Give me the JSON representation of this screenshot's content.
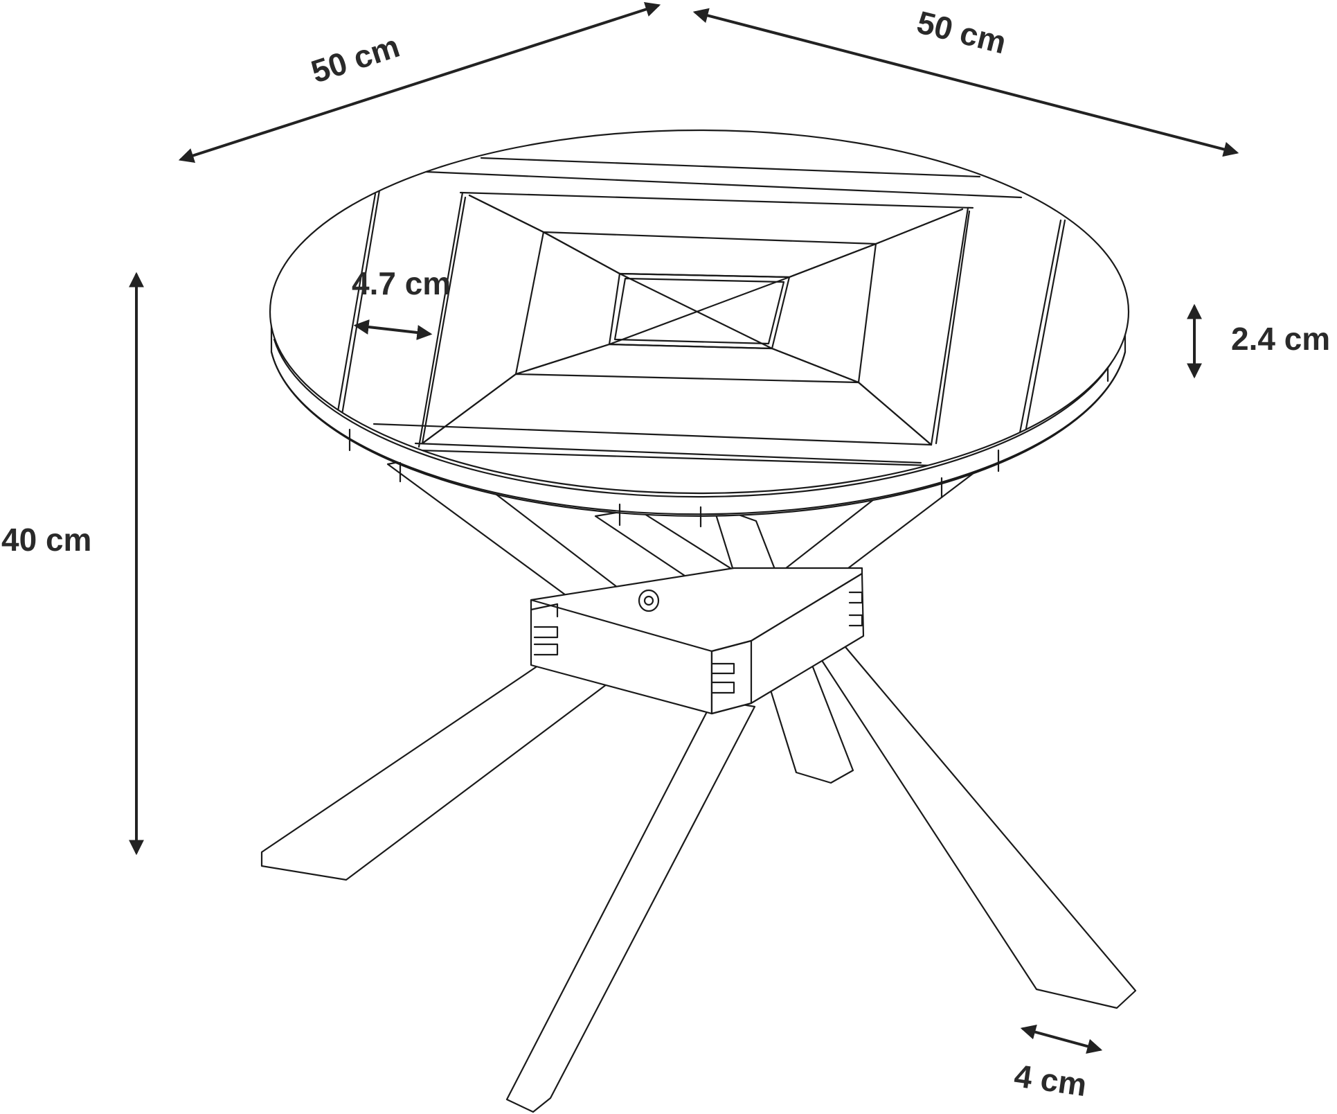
{
  "colors": {
    "ink": "#1a1a1a",
    "dimension": "#222222",
    "label": "#2a2a2a",
    "background": "#ffffff"
  },
  "dimensions": {
    "top_width_left": "50 cm",
    "top_width_right": "50 cm",
    "slat_width": "4.7 cm",
    "top_thickness": "2.4 cm",
    "height": "40 cm",
    "leg_width": "4 cm"
  }
}
